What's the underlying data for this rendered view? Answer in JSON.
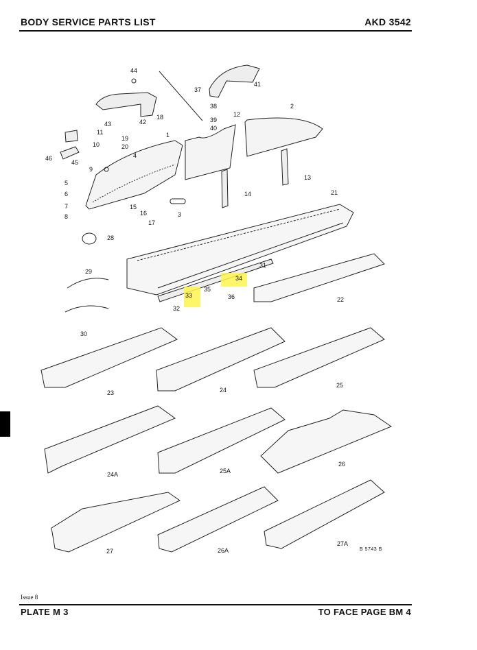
{
  "header": {
    "left": "BODY SERVICE PARTS LIST",
    "right": "AKD 3542"
  },
  "footer": {
    "issue": "Issue 8",
    "plate": "PLATE M 3",
    "page": "TO FACE PAGE BM 4"
  },
  "ref_code": "B 5743 B",
  "callouts": {
    "c1": "1",
    "c2": "2",
    "c3": "3",
    "c4": "4",
    "c5": "5",
    "c6": "6",
    "c7": "7",
    "c8": "8",
    "c9": "9",
    "c10": "10",
    "c11": "11",
    "c12": "12",
    "c13": "13",
    "c14": "14",
    "c15": "15",
    "c16": "16",
    "c17": "17",
    "c18": "18",
    "c19": "19",
    "c20": "20",
    "c21": "21",
    "c22": "22",
    "c23": "23",
    "c24": "24",
    "c24a": "24A",
    "c25": "25",
    "c25a": "25A",
    "c26": "26",
    "c26a": "26A",
    "c27": "27",
    "c27a": "27A",
    "c28": "28",
    "c29": "29",
    "c30": "30",
    "c31": "31",
    "c32": "32",
    "c33": "33",
    "c34": "34",
    "c35": "35",
    "c36": "36",
    "c37": "37",
    "c38": "38",
    "c39": "39",
    "c40": "40",
    "c41": "41",
    "c42": "42",
    "c43": "43",
    "c44": "44",
    "c45": "45",
    "c46": "46"
  },
  "highlight_color": "#fff34d"
}
